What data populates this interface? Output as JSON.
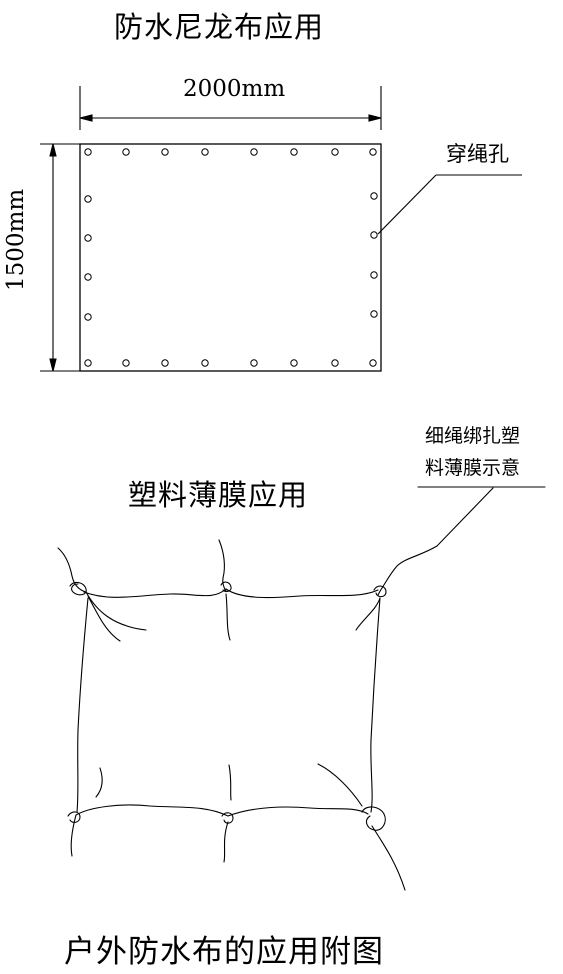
{
  "titles": {
    "tarp": "防水尼龙布应用",
    "film": "塑料薄膜应用",
    "caption": "户外防水布的应用附图"
  },
  "dimensions": {
    "width": "2000mm",
    "height": "1500mm"
  },
  "callouts": {
    "grommet": "穿绳孔",
    "film_line1": "细绳绑扎塑",
    "film_line2": "料薄膜示意"
  },
  "colors": {
    "ink": "#000000",
    "background": "#ffffff"
  }
}
